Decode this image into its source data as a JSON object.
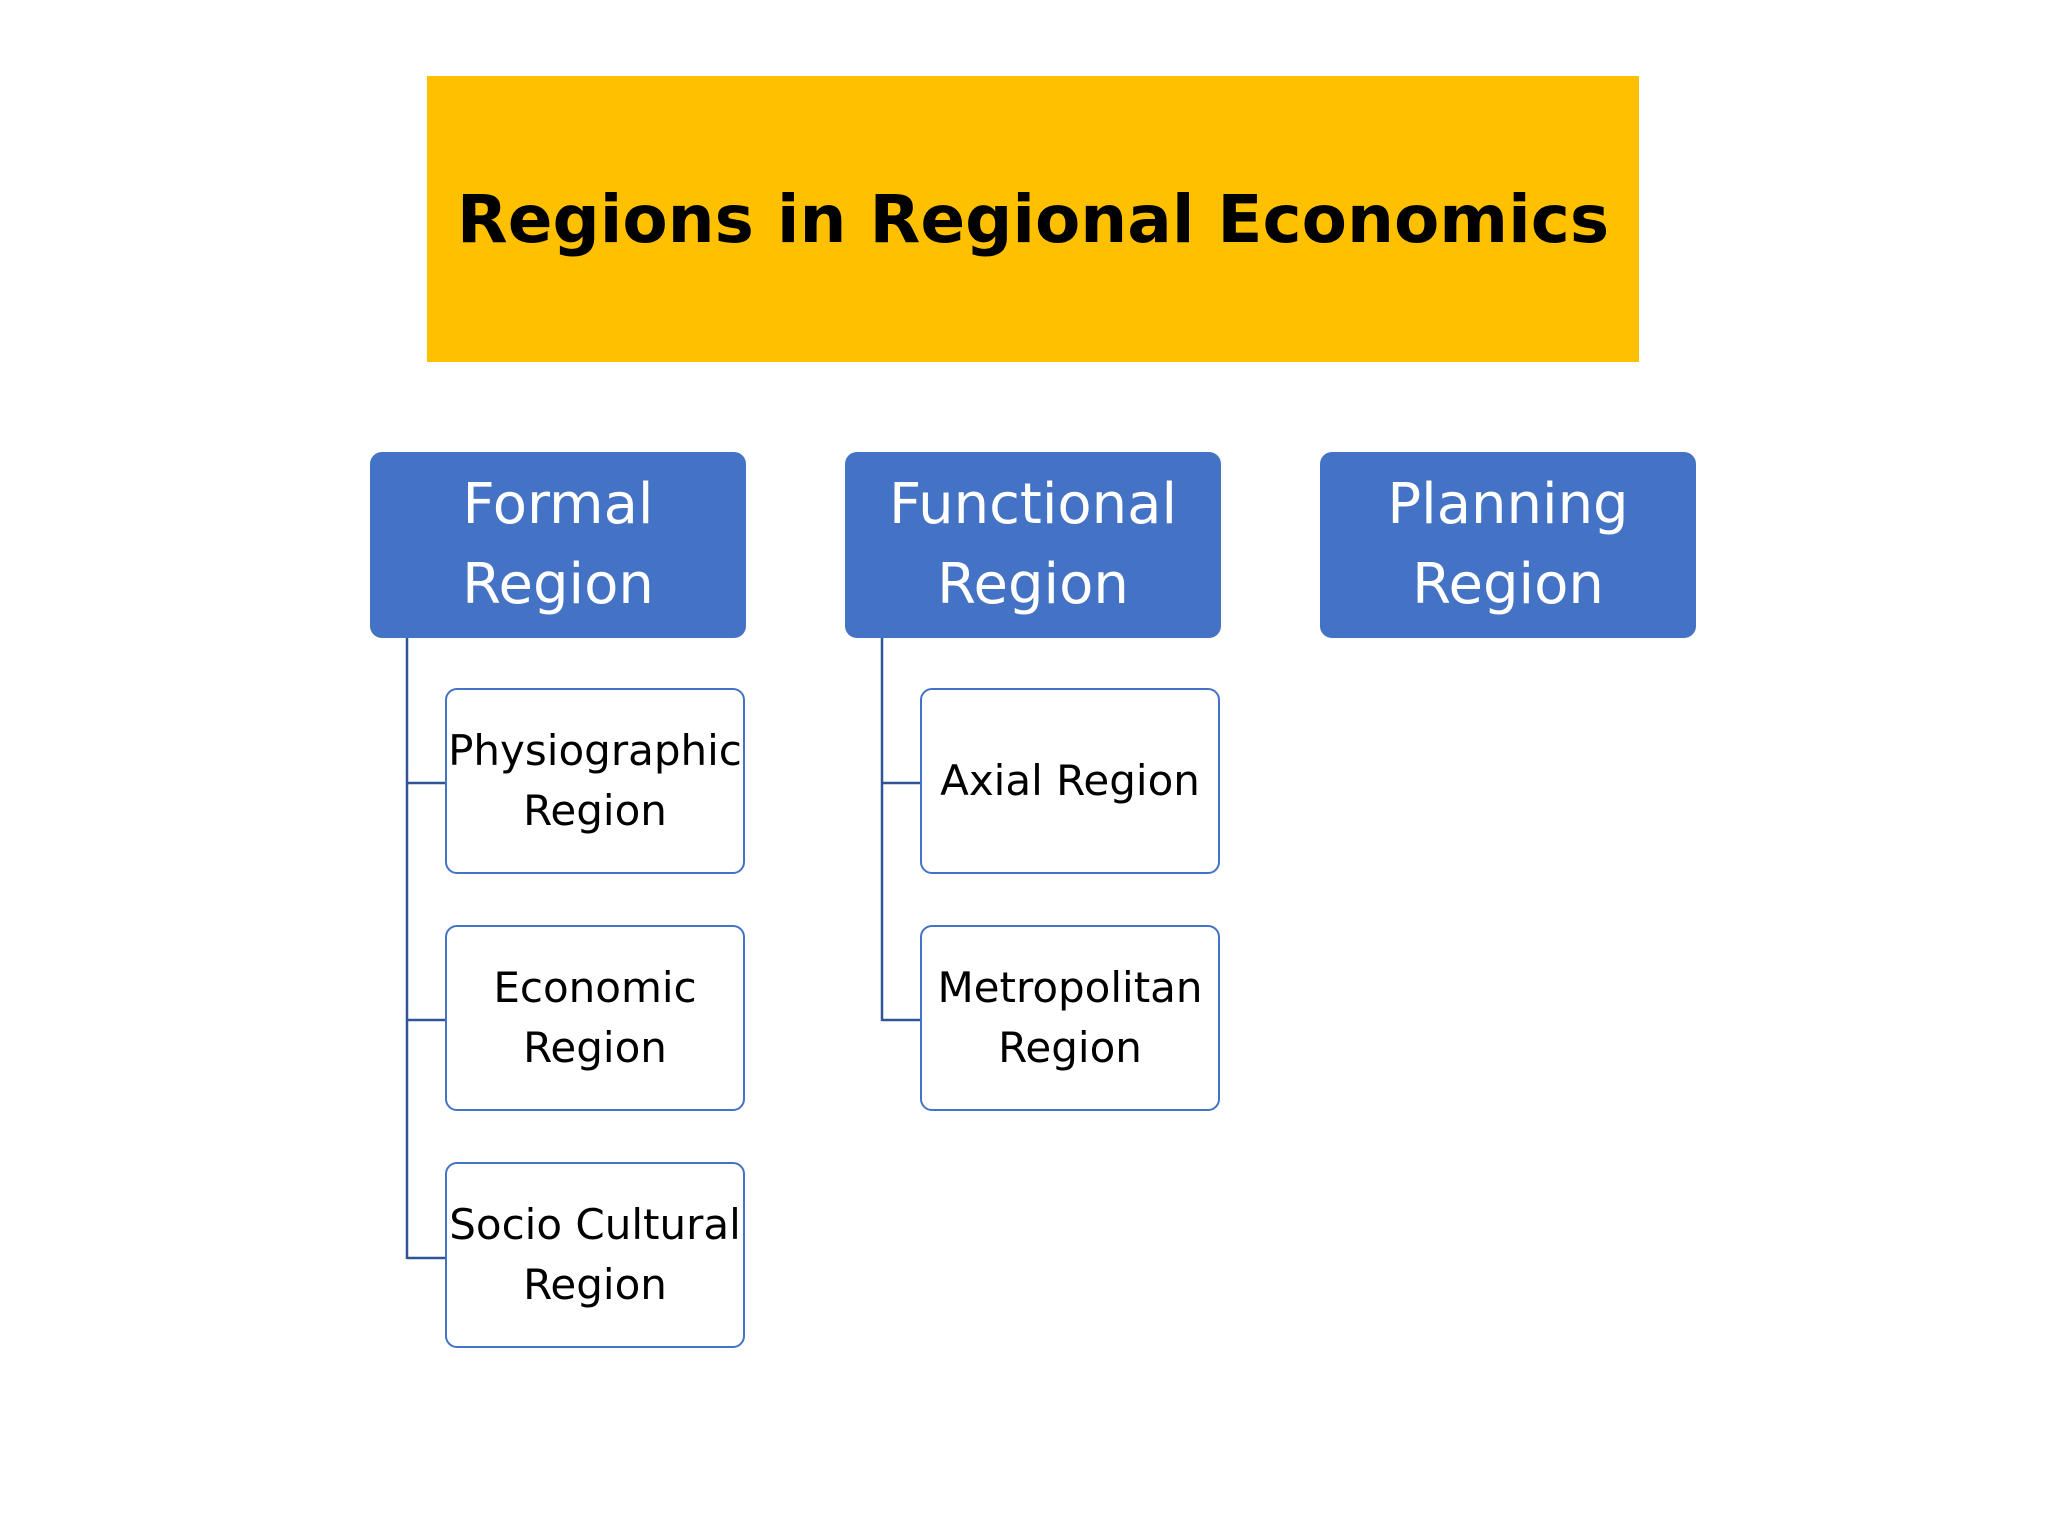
{
  "title": "Regions in Regional Economics",
  "colors": {
    "banner": "#FFC000",
    "category": "#4472C4",
    "sub_border": "#4472C4",
    "connector": "#2F5597"
  },
  "categories": [
    {
      "line1": "Formal",
      "line2": "Region",
      "children": [
        {
          "line1": "Physiographic",
          "line2": "Region"
        },
        {
          "line1": "Economic",
          "line2": "Region"
        },
        {
          "line1": "Socio Cultural",
          "line2": "Region"
        }
      ]
    },
    {
      "line1": "Functional",
      "line2": "Region",
      "children": [
        {
          "line1": "Axial Region",
          "line2": ""
        },
        {
          "line1": "Metropolitan",
          "line2": "Region"
        }
      ]
    },
    {
      "line1": "Planning",
      "line2": "Region",
      "children": []
    }
  ]
}
